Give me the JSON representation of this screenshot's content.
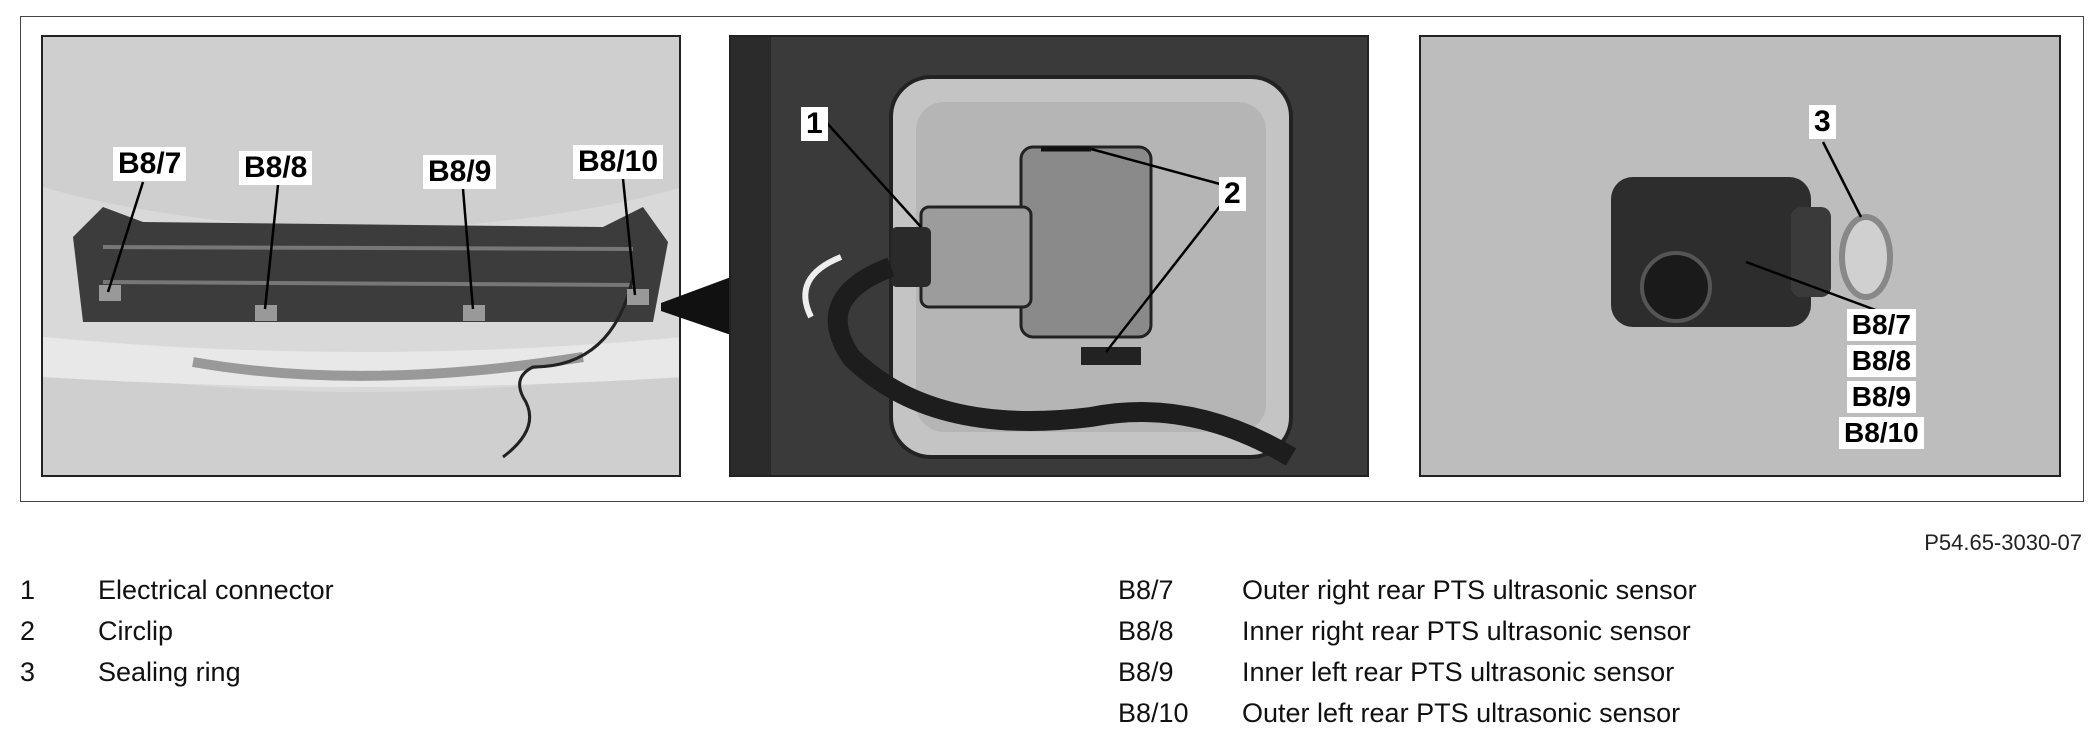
{
  "figure": {
    "code": "P54.65-3030-07",
    "panel1_callouts": [
      "B8/7",
      "B8/8",
      "B8/9",
      "B8/10"
    ],
    "panel2_callouts": [
      "1",
      "2"
    ],
    "panel3_callouts": [
      "3"
    ],
    "panel3_sensor_labels": [
      "B8/7",
      "B8/8",
      "B8/9",
      "B8/10"
    ]
  },
  "legend_left": [
    {
      "key": "1",
      "text": "Electrical connector"
    },
    {
      "key": "2",
      "text": "Circlip"
    },
    {
      "key": "3",
      "text": "Sealing ring"
    }
  ],
  "legend_right": [
    {
      "key": "B8/7",
      "text": "Outer right rear PTS ultrasonic sensor"
    },
    {
      "key": "B8/8",
      "text": "Inner right rear PTS ultrasonic sensor"
    },
    {
      "key": "B8/9",
      "text": "Inner left rear PTS ultrasonic sensor"
    },
    {
      "key": "B8/10",
      "text": "Outer left rear PTS ultrasonic sensor"
    }
  ]
}
